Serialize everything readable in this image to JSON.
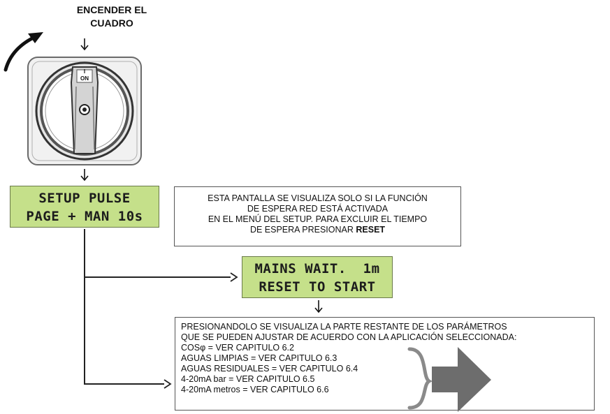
{
  "header": {
    "title_line1": "ENCENDER EL",
    "title_line2": "CUADRO"
  },
  "switch": {
    "on_label": "ON",
    "position_mark": "I"
  },
  "lcd_setup": {
    "line1": "SETUP PULSE",
    "line2": "PAGE + MAN 10s"
  },
  "note_wait": {
    "line1": "ESTA PANTALLA SE VISUALIZA SOLO SI LA FUNCIÓN",
    "line2": "DE ESPERA RED ESTÁ ACTIVADA",
    "line3": "EN EL MENÚ DEL SETUP. PARA EXCLUIR EL TIEMPO",
    "line4_prefix": "DE ESPERA PRESIONAR ",
    "line4_bold": "RESET"
  },
  "lcd_mains": {
    "line1": "MAINS WAIT.  1m",
    "line2": "RESET TO START"
  },
  "note_params": {
    "line1": "PRESIONANDOLO SE VISUALIZA LA PARTE RESTANTE DE LOS PARÁMETROS",
    "line2": "QUE SE PUEDEN AJUSTAR DE ACUERDO CON LA APLICACIÓN SELECCIONADA:",
    "items": [
      "COSφ = VER CAPITULO 6.2",
      "AGUAS LIMPIAS = VER CAPITULO 6.3",
      "AGUAS RESIDUALES = VER CAPITULO 6.4",
      "4-20mA bar = VER CAPITULO 6.5",
      "4-20mA metros = VER CAPITULO 6.6"
    ]
  },
  "colors": {
    "lcd_background": "#c5e08a",
    "big_arrow": "#6d6d6d",
    "brace": "#8a8a8a"
  }
}
